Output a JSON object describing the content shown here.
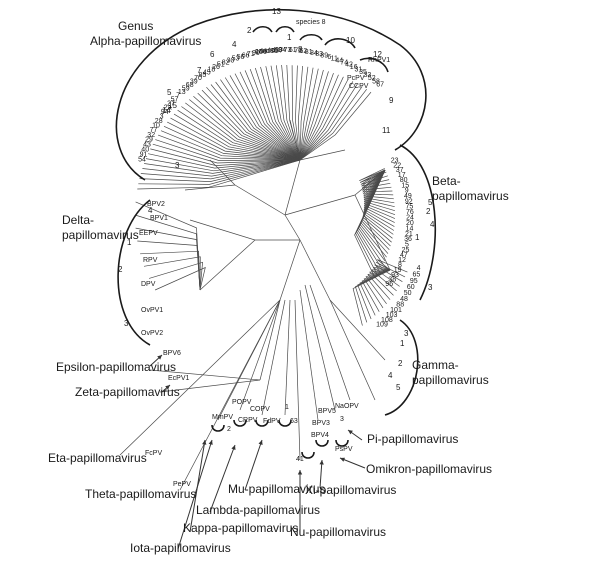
{
  "genera": {
    "alpha": [
      "Genus",
      "Alpha-papillomavirus"
    ],
    "beta": [
      "Beta-",
      "papillomavirus"
    ],
    "gamma": [
      "Gamma-",
      "papillomavirus"
    ],
    "delta": [
      "Delta-",
      "papillomavirus"
    ],
    "epsilon": "Epsilon-papillomavirus",
    "zeta": "Zeta-papillomavirus",
    "eta": "Eta-papillomavirus",
    "theta": "Theta-papillomavirus",
    "iota": "Iota-papillomavirus",
    "kappa": "Kappa-papillomavirus",
    "lambda": "Lambda-papillomavirus",
    "mu": "Mu-papillomavirus",
    "nu": "Nu-papillomavirus",
    "xi": "Xi-papillomavirus",
    "omikron": "Omikron-papillomavirus",
    "pi": "Pi-papillomavirus"
  },
  "species_label": "species 8",
  "species_numbers": {
    "alpha": [
      "1",
      "2",
      "3",
      "4",
      "5",
      "6",
      "7",
      "8",
      "9",
      "10",
      "11",
      "12",
      "13",
      "14",
      "15"
    ],
    "beta": [
      "1",
      "2",
      "3",
      "4",
      "5"
    ],
    "gamma": [
      "1",
      "2",
      "3",
      "4",
      "5"
    ],
    "delta": [
      "1",
      "2",
      "3",
      "4"
    ]
  },
  "virus_labels": {
    "alpha_top": [
      "54",
      "91",
      "40",
      "43",
      "29",
      "32",
      "77",
      "10",
      "28",
      "3",
      "94",
      "2a",
      "27",
      "57",
      "7",
      "13",
      "59",
      "68",
      "39",
      "70",
      "85",
      "45",
      "18",
      "26",
      "51",
      "82",
      "30",
      "53",
      "56",
      "66",
      "71",
      "90",
      "106",
      "cand86",
      "cand87",
      "c90",
      "34",
      "73",
      "61",
      "72",
      "62",
      "81",
      "84",
      "83",
      "89",
      "6",
      "11",
      "44",
      "74",
      "42",
      "16",
      "31",
      "35",
      "33",
      "52",
      "58",
      "67"
    ],
    "alpha_right": [
      "PcPV",
      "CCPV",
      "RhPV1"
    ],
    "beta": [
      "23",
      "22",
      "37",
      "17",
      "80",
      "15",
      "9",
      "49",
      "92",
      "75",
      "76",
      "24",
      "20",
      "14",
      "21",
      "36",
      "5",
      "25",
      "47",
      "12",
      "8",
      "19",
      "93",
      "38",
      "96"
    ],
    "gamma": [
      "4",
      "65",
      "95",
      "60",
      "50",
      "48",
      "88",
      "101",
      "103",
      "108",
      "109"
    ],
    "delta": [
      "BPV2",
      "BPV1",
      "EEPV",
      "RPV",
      "DPV",
      "OvPV1",
      "OvPV2"
    ],
    "minor": [
      "BPV6",
      "EcPV1",
      "FcPV",
      "PePV",
      "MmPV",
      "POPV",
      "CRPV",
      "COPV",
      "FdPV",
      "1",
      "63",
      "41",
      "BPV3",
      "BPV4",
      "BPV5",
      "NaOPV",
      "PsPV",
      "2",
      "3"
    ]
  }
}
